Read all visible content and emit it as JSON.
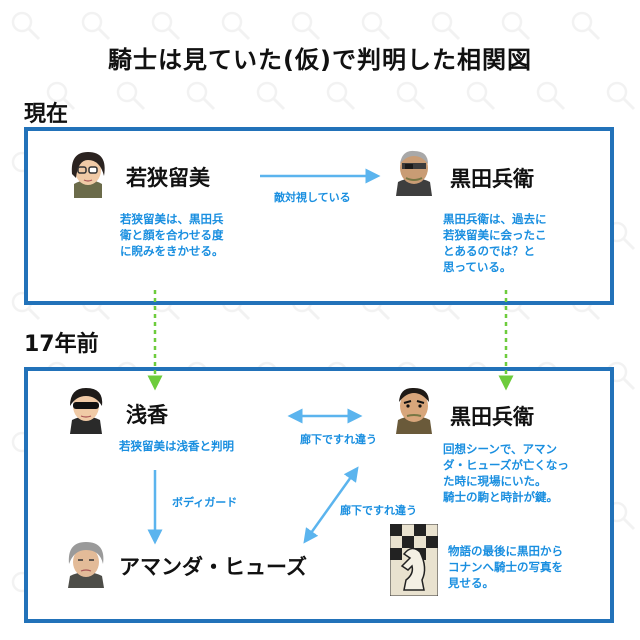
{
  "title": "騎士は見ていた(仮)で判明した相関図",
  "sections": {
    "present": "現在",
    "past": "17年前"
  },
  "present": {
    "wakasa": {
      "name": "若狭留美",
      "note": "若狭留美は、黒田兵\n衛と顔を合わせる度\nに睨みをきかせる。"
    },
    "kuroda": {
      "name": "黒田兵衛",
      "note": "黒田兵衛は、過去に\n若狭留美に会ったこ\nとあるのでは？と\n思っている。"
    },
    "relation": "敵対視している"
  },
  "past": {
    "asaka": {
      "name": "浅香",
      "note": "若狭留美は浅香と判明"
    },
    "kuroda": {
      "name": "黒田兵衛",
      "note": "回想シーンで、アマン\nダ・ヒューズが亡くなっ\nた時に現場にいた。\n騎士の駒と時計が鍵。"
    },
    "amanda": {
      "name": "アマンダ・ヒューズ"
    },
    "knight": {
      "note": "物語の最後に黒田から\nコナンへ騎士の写真を\n見せる。"
    },
    "rel_pass1": "廊下ですれ違う",
    "rel_pass2": "廊下ですれ違う",
    "rel_guard": "ボディガード"
  },
  "colors": {
    "box_border": "#2272b9",
    "relation_text": "#1a8fe0",
    "arrow_blue": "#5bb4ee",
    "arrow_green": "#6dcc3c"
  }
}
